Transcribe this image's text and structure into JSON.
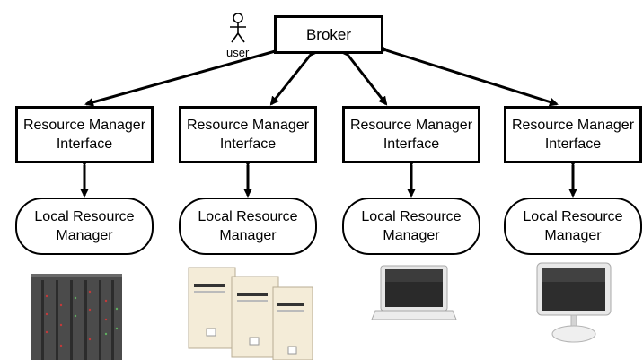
{
  "broker": {
    "label": "Broker"
  },
  "user": {
    "label": "user",
    "icon": "stick-figure-user-icon"
  },
  "interfaces": [
    {
      "line1": "Resource Manager",
      "line2": "Interface"
    },
    {
      "line1": "Resource Manager",
      "line2": "Interface"
    },
    {
      "line1": "Resource Manager",
      "line2": "Interface"
    },
    {
      "line1": "Resource Manager",
      "line2": "Interface"
    }
  ],
  "local_managers": [
    {
      "line1": "Local Resource",
      "line2": "Manager"
    },
    {
      "line1": "Local Resource",
      "line2": "Manager"
    },
    {
      "line1": "Local Resource",
      "line2": "Manager"
    },
    {
      "line1": "Local Resource",
      "line2": "Manager"
    }
  ],
  "resources": [
    {
      "icon": "server-rack-icon"
    },
    {
      "icon": "desktop-towers-icon"
    },
    {
      "icon": "laptop-icon"
    },
    {
      "icon": "imac-computer-icon"
    }
  ]
}
